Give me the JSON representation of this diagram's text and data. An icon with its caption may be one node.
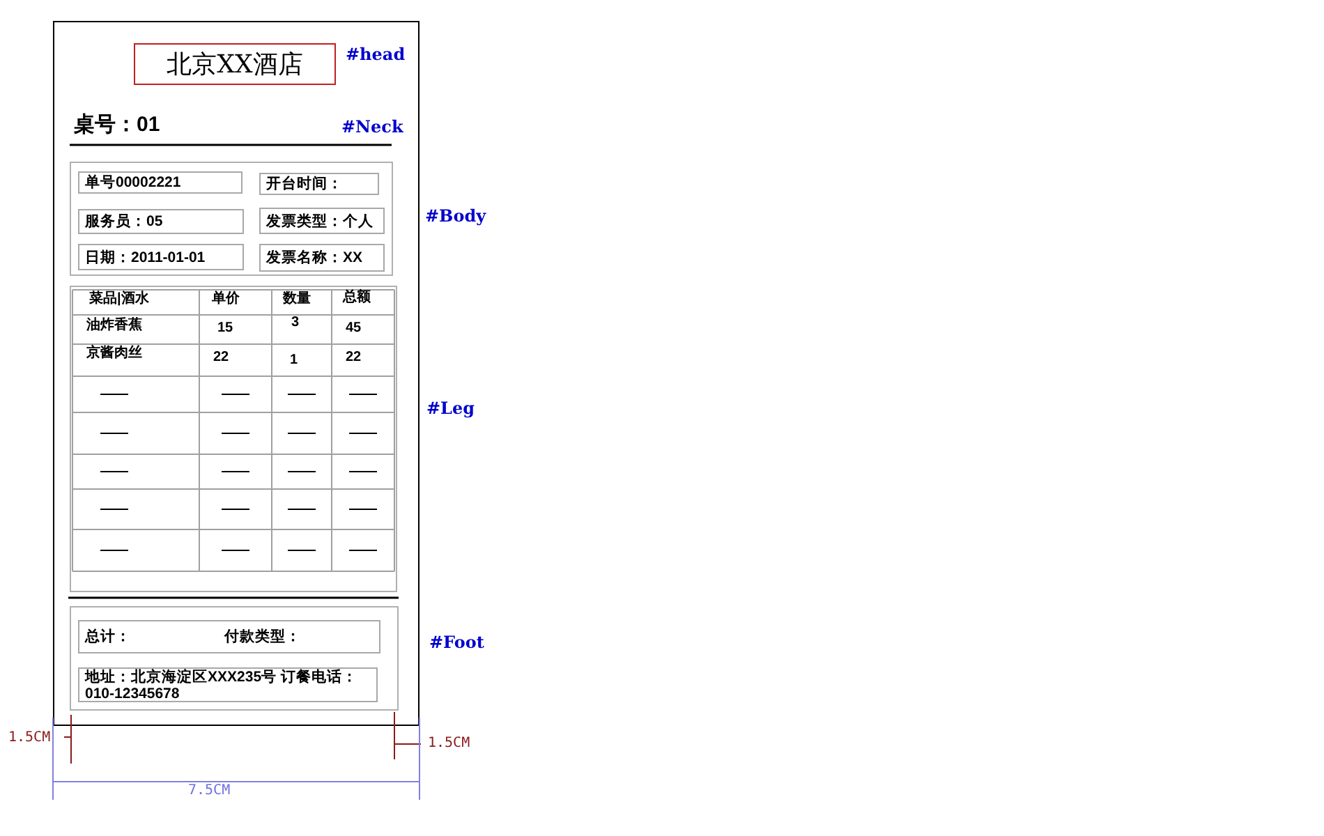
{
  "diagram": {
    "nodes": [
      {
        "text": [],
        "shape": "box"
      },
      {
        "text": [
          "北京XX酒店"
        ],
        "in": 0
      },
      {
        "text": [],
        "shape": "box",
        "in": 0
      },
      {
        "text": [
          "单号00002221"
        ],
        "in": 2
      },
      {
        "text": [
          "开台时间："
        ],
        "in": 2
      },
      {
        "text": [
          "服务员：05"
        ],
        "in": 2
      },
      {
        "text": [
          "发票类型：个人"
        ],
        "in": 2
      },
      {
        "text": [
          "日期：2011-01-01"
        ],
        "in": 2
      },
      {
        "text": [
          "发票名称：XX"
        ],
        "in": 2
      },
      {
        "text": [],
        "shape": "box",
        "in": 0
      },
      {
        "text": [],
        "shape": "box",
        "in": 0
      },
      {
        "text": [
          "总计：",
          "付款类型："
        ],
        "in": 10
      },
      {
        "text": [
          "地址：北京海淀区XXX235号 订餐电话：010-12345678"
        ],
        "in": 10
      }
    ],
    "edges": [],
    "labels": [
      "#head",
      "桌号：01",
      "#Neck",
      "#Body",
      "菜品|酒水",
      "单价",
      "数量",
      "总额",
      "油炸香蕉",
      "15",
      "3",
      "45",
      "京酱肉丝",
      "22",
      "1",
      "22",
      "#Leg",
      "#Foot",
      "1.5CM",
      "1.5CM",
      "7.5CM"
    ]
  }
}
